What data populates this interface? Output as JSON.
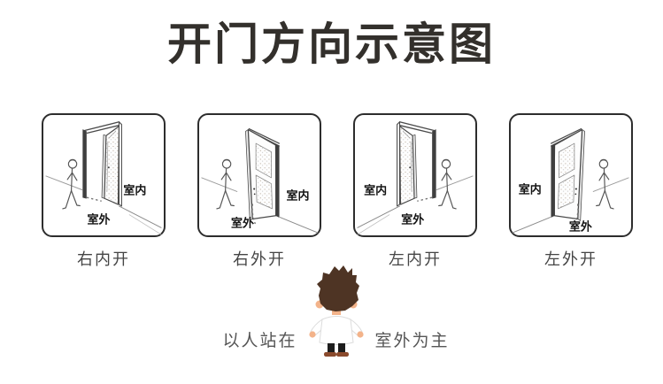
{
  "title": "开门方向示意图",
  "panels": [
    {
      "id": "right-inward",
      "caption": "右内开",
      "indoor": "室内",
      "outdoor": "室外"
    },
    {
      "id": "right-outward",
      "caption": "右外开",
      "indoor": "室内",
      "outdoor": "室外"
    },
    {
      "id": "left-inward",
      "caption": "左内开",
      "indoor": "室内",
      "outdoor": "室外"
    },
    {
      "id": "left-outward",
      "caption": "左外开",
      "indoor": "室内",
      "outdoor": "室外"
    }
  ],
  "footer": {
    "left_text": "以人站在",
    "right_text": "室外为主",
    "figure": "person-back-view"
  },
  "colors": {
    "title": "#33302c",
    "caption": "#454545",
    "panel_border": "#2d2d2d",
    "line_art": "#4a4a4a",
    "hair": "#4e3424",
    "skin": "#f3b38a",
    "shirt": "#ffffff",
    "pants": "#1d1d1d",
    "shoes": "#8a4a2c"
  }
}
